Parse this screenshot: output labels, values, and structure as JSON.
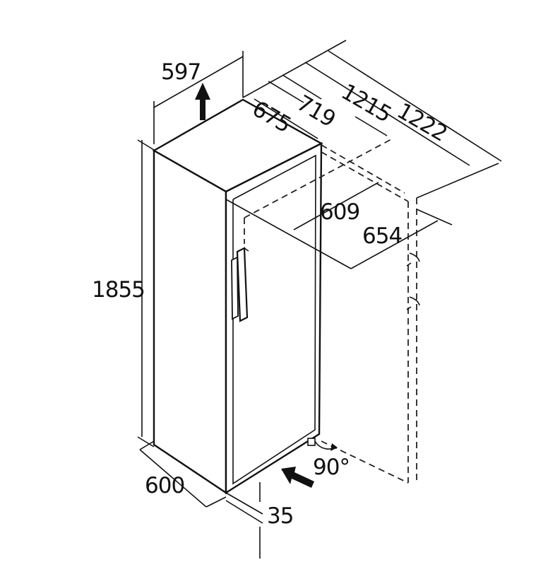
{
  "dimensions": {
    "width_top": "597",
    "depth_1222": "1222",
    "depth_1215": "1215",
    "depth_719": "719",
    "depth_675": "675",
    "depth_609": "609",
    "depth_654": "654",
    "height": "1855",
    "width_bottom": "600",
    "clearance": "35",
    "door_angle": "90°"
  }
}
